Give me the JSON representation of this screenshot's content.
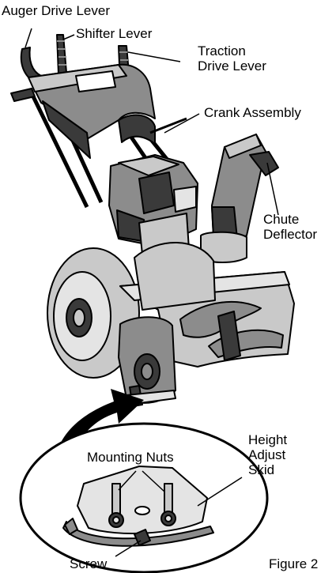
{
  "labels": {
    "auger_drive_lever": "Auger Drive Lever",
    "shifter_lever": "Shifter Lever",
    "traction_drive_lever": "Traction\nDrive Lever",
    "crank_assembly": "Crank Assembly",
    "chute_deflector": "Chute\nDeflector",
    "height_adjust_skid": "Height\nAdjust\nSkid",
    "mounting_nuts": "Mounting Nuts",
    "screw": "Screw",
    "figure_caption": "Figure 2"
  },
  "colors": {
    "ink": "#000000",
    "dark_fill": "#3a3a3a",
    "mid_fill": "#8c8c8c",
    "light_fill": "#c9c9c9",
    "pale_fill": "#e4e4e4",
    "background": "#ffffff"
  }
}
